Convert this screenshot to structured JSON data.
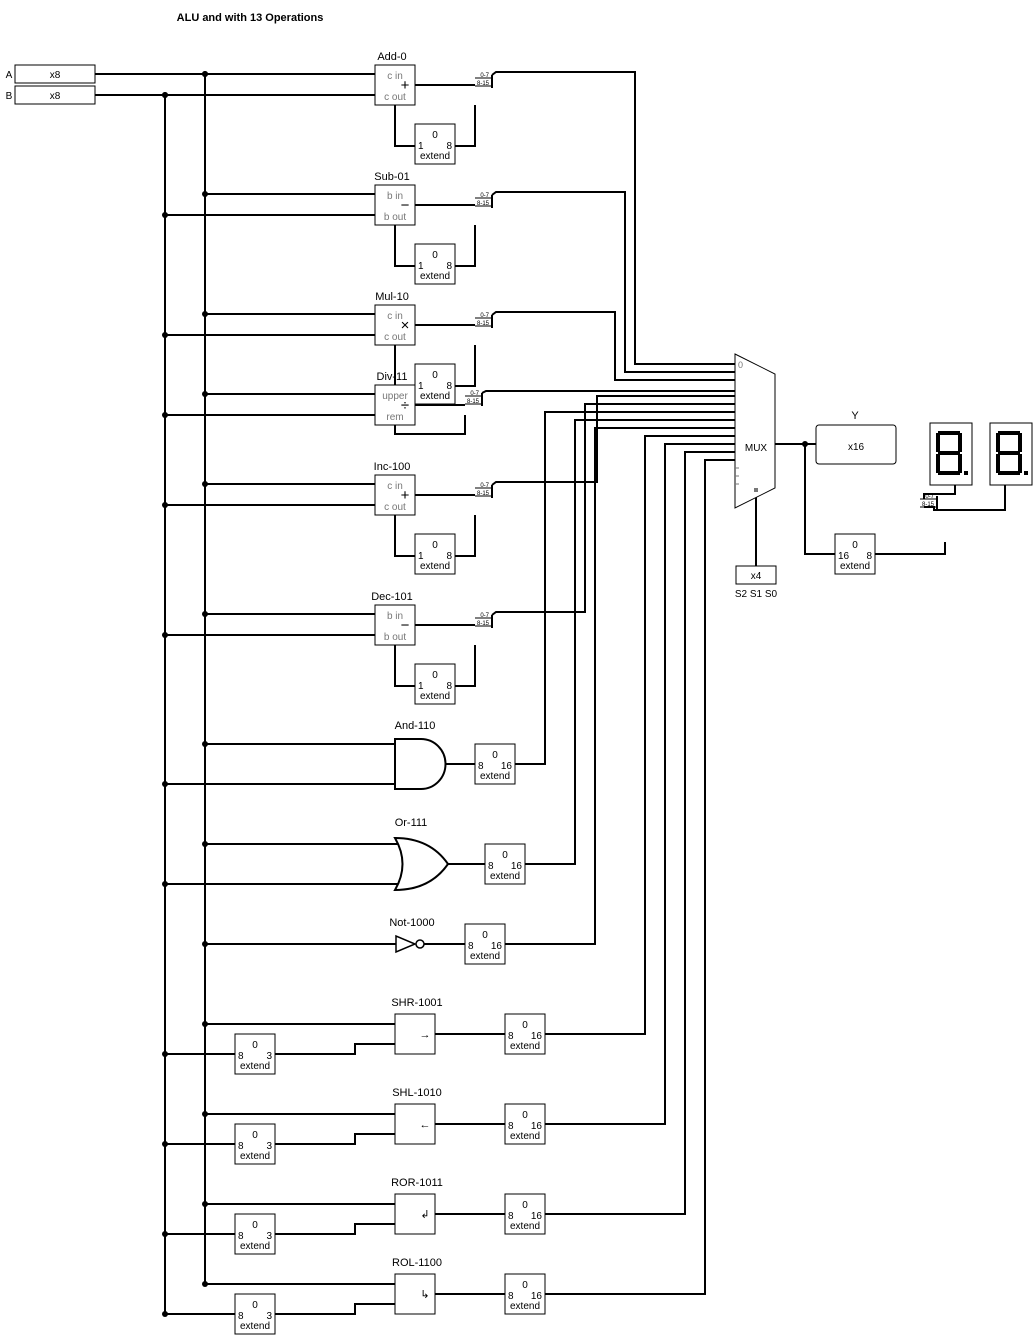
{
  "title": "ALU and with 13 Operations",
  "inputs": {
    "a_label": "A",
    "b_label": "B",
    "a_width": "x8",
    "b_width": "x8"
  },
  "arith": [
    {
      "title": "Add-0",
      "top": "c in",
      "bottom": "c out",
      "op": "+"
    },
    {
      "title": "Sub-01",
      "top": "b in",
      "bottom": "b out",
      "op": "−"
    },
    {
      "title": "Mul-10",
      "top": "c in",
      "bottom": "c out",
      "op": "×"
    },
    {
      "title": "Div-11",
      "top": "upper",
      "bottom": "rem",
      "op": "÷"
    },
    {
      "title": "Inc-100",
      "top": "c in",
      "bottom": "c out",
      "op": "+"
    },
    {
      "title": "Dec-101",
      "top": "b in",
      "bottom": "b out",
      "op": "−"
    }
  ],
  "logic": [
    {
      "title": "And-110"
    },
    {
      "title": "Or-111"
    },
    {
      "title": "Not-1000"
    }
  ],
  "shifters": [
    {
      "title": "SHR-1001",
      "icon": "→"
    },
    {
      "title": "SHL-1010",
      "icon": "←"
    },
    {
      "title": "ROR-1011",
      "icon": "↲"
    },
    {
      "title": "ROL-1100",
      "icon": "↳"
    }
  ],
  "extend": {
    "word": "extend",
    "zero": "0",
    "arith_in": "1",
    "arith_out": "8",
    "logic_in": "8",
    "logic_out": "16",
    "shift_in": "8",
    "shift_out": "3",
    "disp_in": "16",
    "disp_out": "8"
  },
  "splitter": {
    "low": "0-7",
    "high": "8-15"
  },
  "mux": {
    "label": "MUX",
    "first_input": "0",
    "select_width": "x4",
    "select_label": "S2 S1 S0"
  },
  "output": {
    "label": "Y",
    "width": "x16"
  },
  "display": {
    "digits": [
      "8.",
      "8."
    ],
    "lit_color": "#000000"
  }
}
